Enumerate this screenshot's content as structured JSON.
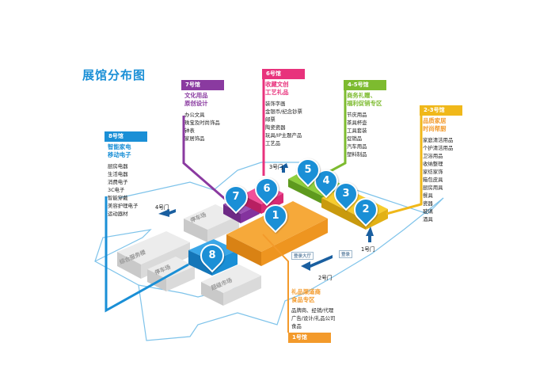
{
  "title": "展馆分布图",
  "halls": {
    "h8": {
      "label": "8号馆",
      "subtitle": [
        "智能家电",
        "移动电子"
      ],
      "items": [
        "厨房电器",
        "生活电器",
        "消费电子",
        "3C电子",
        "智能穿戴",
        "美容护理电子",
        "运动器材"
      ],
      "color": "#1a8fd6"
    },
    "h7": {
      "label": "7号馆",
      "subtitle": [
        "文化用品",
        "原创设计"
      ],
      "items": [
        "办公文具",
        "珠宝及时尚饰品",
        "钟表",
        "家居饰品"
      ],
      "color": "#8a3aa0"
    },
    "h6": {
      "label": "6号馆",
      "subtitle": [
        "收藏文创",
        "工艺礼品"
      ],
      "items": [
        "装饰字画",
        "金银币/纪念钞票",
        "邮票",
        "陶瓷瓷器",
        "玩具/IP主题产品",
        "工艺品"
      ],
      "color": "#e8327c"
    },
    "h45": {
      "label": "4-5号馆",
      "subtitle": [
        "商务礼赠、",
        "福利促销专区"
      ],
      "items": [
        "节庆用品",
        "茶具杯壶",
        "工具套装",
        "促销品",
        "汽车用品",
        "塑料制品"
      ],
      "color": "#7dbb2f"
    },
    "h23": {
      "label": "2-3号馆",
      "subtitle": [
        "品质家居",
        "时尚帮厨"
      ],
      "items": [
        "家庭清洁用品",
        "个护清洁用品",
        "卫浴用品",
        "收纳整理",
        "家纺家饰",
        "箱包皮具",
        "厨房用具",
        "餐具",
        "瓷器",
        "玻璃",
        "酒具"
      ],
      "color": "#f0b81a"
    },
    "h1": {
      "label": "1号馆",
      "subtitle": [
        "礼品渠道商",
        "食品专区"
      ],
      "items": [
        "品牌商、经销/代理",
        "广告/设计/礼品公司",
        "食品"
      ],
      "color": "#f39a2b"
    }
  },
  "pins": [
    "1",
    "2",
    "3",
    "4",
    "5",
    "6",
    "7",
    "8"
  ],
  "gates": {
    "g1": "1号门",
    "g2": "2号门",
    "g3": "3号门",
    "g4": "4号门"
  },
  "buildings": {
    "service": "综合服务楼",
    "parking1": "停车场",
    "parking2": "停车场",
    "supermarket": "超级市场"
  },
  "floor_tags": {
    "t1": "登录大厅",
    "t2": "登录"
  }
}
